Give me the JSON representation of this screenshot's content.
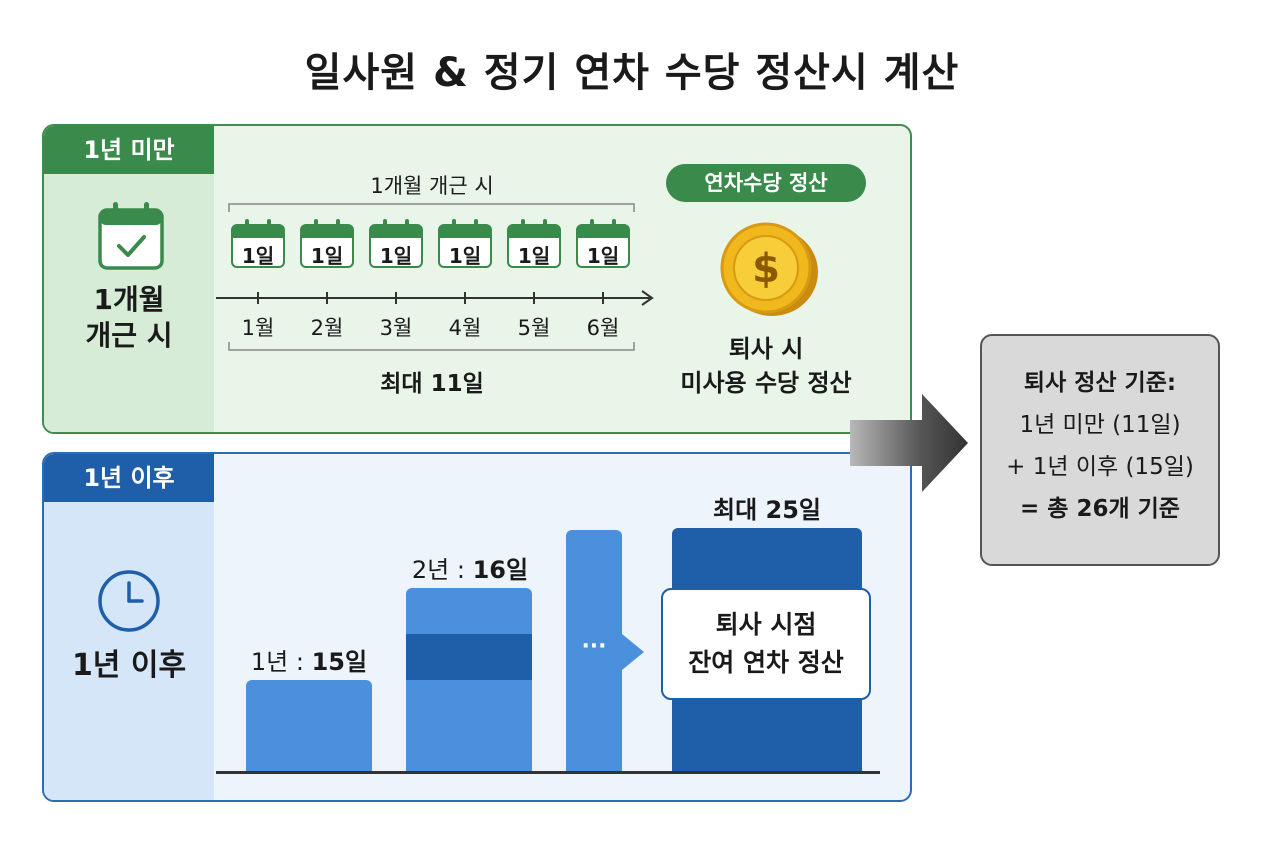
{
  "title": "일사원 & 정기 연차 수당 정산시 계산",
  "panel_first_year": {
    "tab": "1년 미만",
    "side_label_line1": "1개월",
    "side_label_line2": "개근 시",
    "bracket_top": "1개월 개근 시",
    "monthly_accrual": [
      "1일",
      "1일",
      "1일",
      "1일",
      "1일",
      "1일"
    ],
    "months": [
      "1월",
      "2월",
      "3월",
      "4월",
      "5월",
      "6월"
    ],
    "max_label": "최대 11일",
    "settle_button": "연차수당 정산",
    "coin_symbol": "$",
    "resign_line1": "퇴사 시",
    "resign_line2": "미사용 수당 정산"
  },
  "panel_after_year": {
    "tab": "1년 이후",
    "side_label": "1년 이후",
    "bar1_prefix": "1년 : ",
    "bar1_value": "15일",
    "bar2_prefix": "2년 : ",
    "bar2_value": "16일",
    "ellipsis": "···",
    "max_label": "최대 25일",
    "callout_line1": "퇴사 시점",
    "callout_line2": "잔여 연차 정산"
  },
  "summary": {
    "line1": "퇴사 정산 기준:",
    "line2": "1년 미만 (11일)",
    "line3": "+ 1년 이후 (15일)",
    "line4": "= 총 26개 기준"
  },
  "colors": {
    "green": "#3a8a4b",
    "green_bg": "#eaf5ea",
    "blue": "#1f5ea8",
    "blue_light": "#4a90dc",
    "blue_bg": "#eef4fc",
    "gold": "#f0b81c",
    "summary_bg": "#d9d9d9"
  },
  "icons": [
    "calendar-check-icon",
    "coin-dollar-icon",
    "clock-icon",
    "arrow-right-icon"
  ]
}
